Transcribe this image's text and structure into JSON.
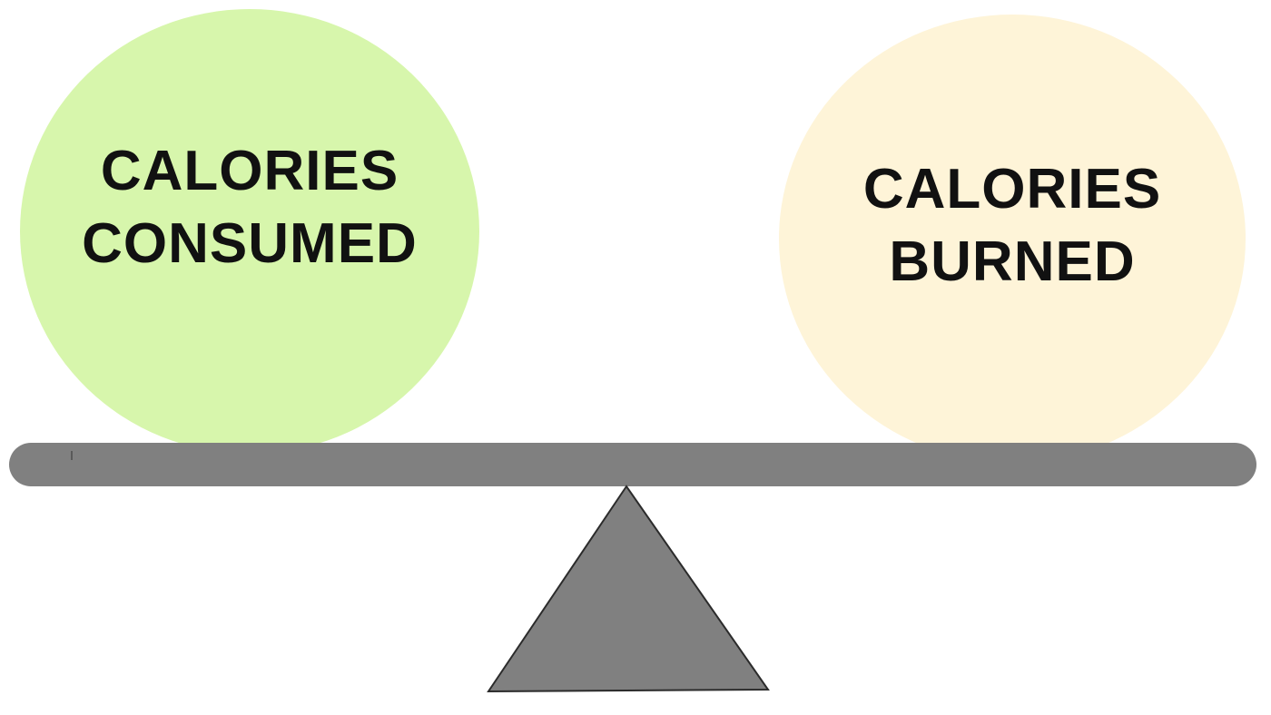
{
  "diagram": {
    "left_circle": {
      "line1": "CALORIES",
      "line2": "CONSUMED",
      "fill": "#d7f6ac"
    },
    "right_circle": {
      "line1": "CALORIES",
      "line2": "BURNED",
      "fill": "#fef4d8"
    },
    "beam_color": "#808080",
    "fulcrum_color": "#808080",
    "fulcrum_outline": "#2b2b2b"
  }
}
